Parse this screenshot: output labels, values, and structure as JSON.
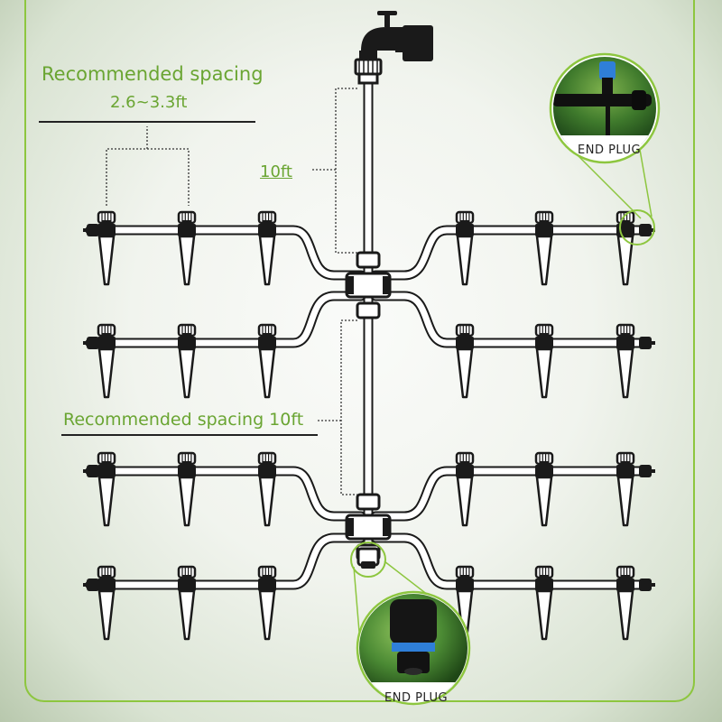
{
  "labels": {
    "spacing_title": "Recommended spacing",
    "spacing_value": "2.6~3.3ft",
    "trunk_length": "10ft",
    "row_spacing": "Recommended spacing 10ft",
    "end_plug_top": "END PLUG",
    "end_plug_bottom": "END PLUG"
  },
  "colors": {
    "accent_green": "#6aa532",
    "frame_green": "#8dc63f",
    "ink": "#1a1a1a",
    "plug_blue": "#2f7fd8"
  },
  "icons": [
    "faucet-icon",
    "dripper-stake-icon",
    "tee-connector-icon",
    "end-plug-photo"
  ]
}
